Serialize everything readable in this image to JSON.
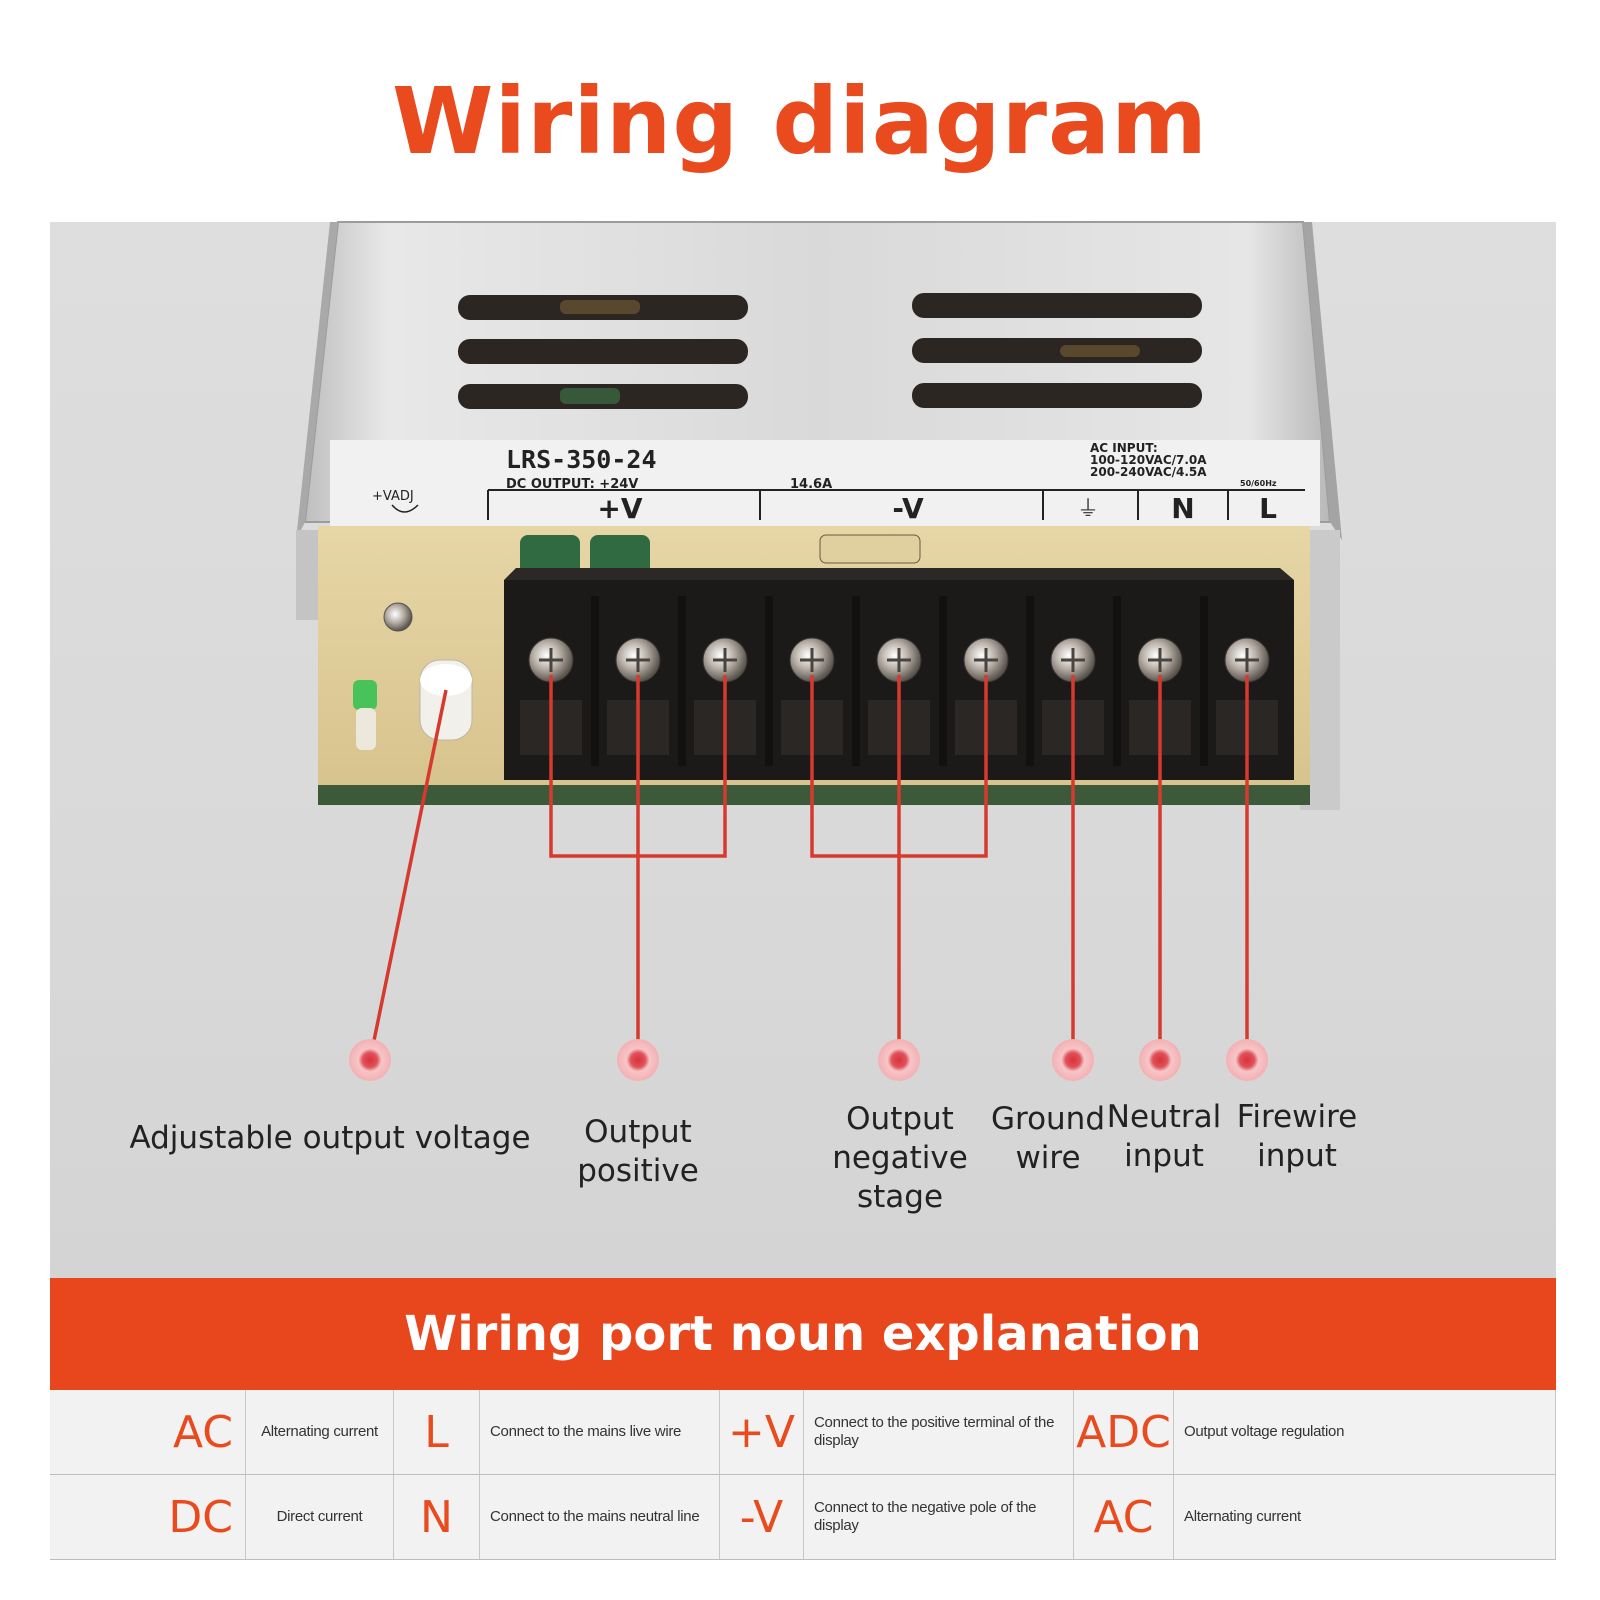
{
  "title": "Wiring diagram",
  "device": {
    "model": "LRS-350-24",
    "dc_output_label": "DC OUTPUT: +24V",
    "dc_current": "14.6A",
    "ac_input": [
      "AC INPUT:",
      "100-120VAC/7.0A",
      "200-240VAC/4.5A",
      "50/60Hz"
    ],
    "adj_label": "+VADJ",
    "terminal_headers": [
      "+V",
      "-V",
      "⏚",
      "N",
      "L"
    ]
  },
  "callouts": [
    {
      "id": "adj",
      "lines": [
        "Adjustable output voltage"
      ]
    },
    {
      "id": "pos",
      "lines": [
        "Output",
        "positive"
      ]
    },
    {
      "id": "neg",
      "lines": [
        "Output",
        "negative",
        "stage"
      ]
    },
    {
      "id": "gnd",
      "lines": [
        "Ground",
        "wire"
      ]
    },
    {
      "id": "neu",
      "lines": [
        "Neutral",
        "input"
      ]
    },
    {
      "id": "fire",
      "lines": [
        "Firewire",
        "input"
      ]
    }
  ],
  "explanation": {
    "heading": "Wiring port noun explanation",
    "rows": [
      [
        {
          "code": "AC",
          "desc": "Alternating current"
        },
        {
          "code": "L",
          "desc": "Connect to the mains live wire"
        },
        {
          "code": "+V",
          "desc": "Connect to the positive terminal of the display"
        },
        {
          "code": "ADC",
          "desc": "Output voltage regulation"
        }
      ],
      [
        {
          "code": "DC",
          "desc": "Direct current"
        },
        {
          "code": "N",
          "desc": "Connect to the mains neutral line"
        },
        {
          "code": "-V",
          "desc": "Connect to the negative pole of the display"
        },
        {
          "code": "AC",
          "desc": "Alternating current"
        }
      ]
    ]
  },
  "colors": {
    "accent": "#e94a1e",
    "wire": "#d63a2e",
    "band": "#e8461d"
  }
}
